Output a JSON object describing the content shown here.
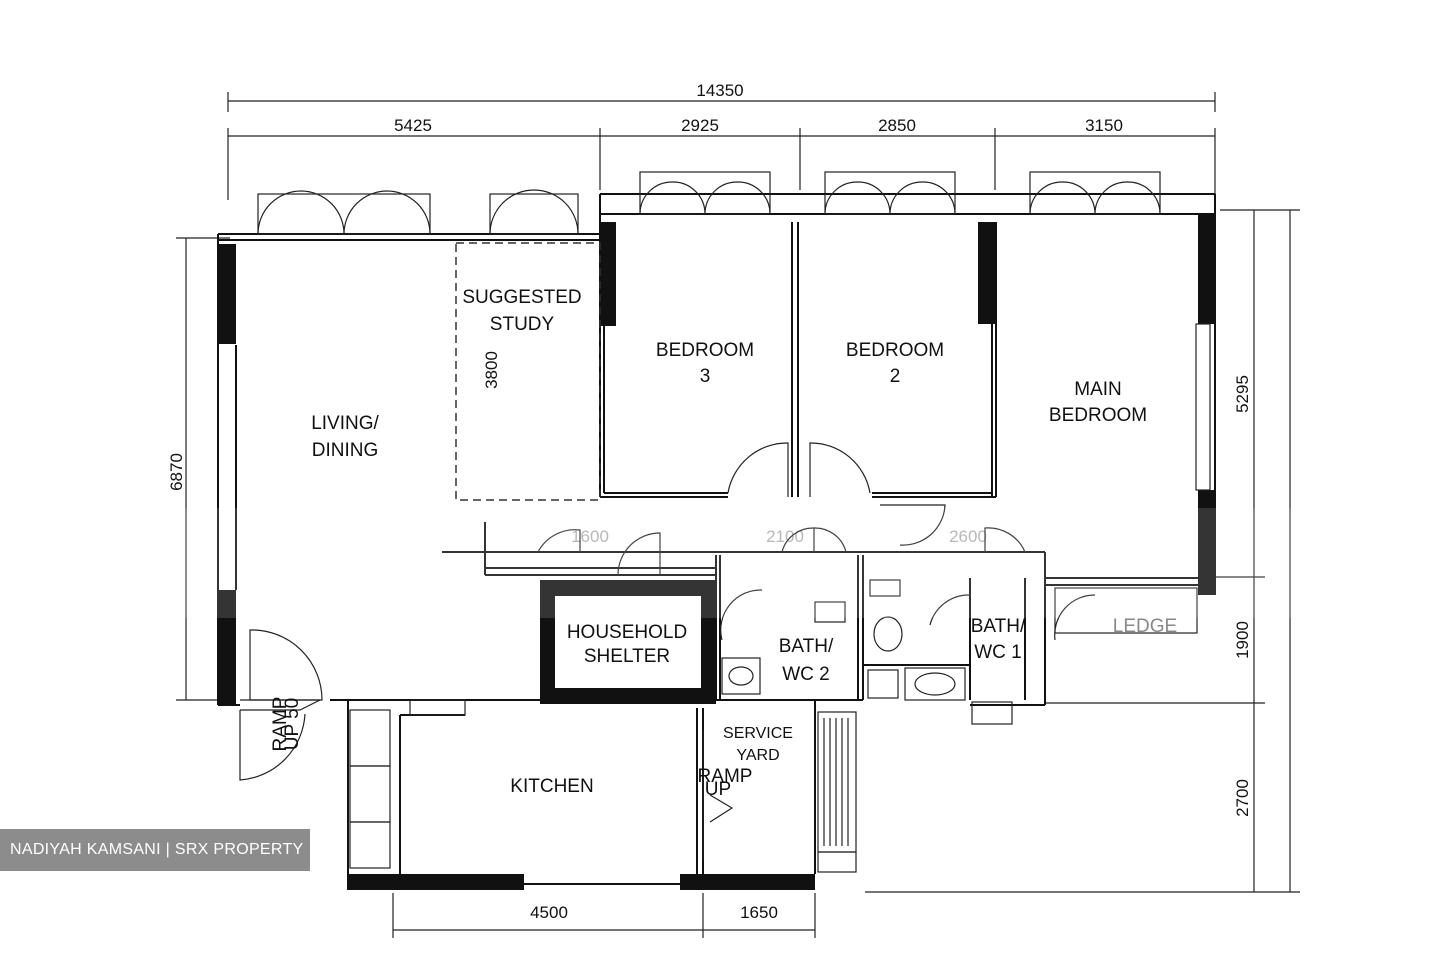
{
  "rooms": {
    "living_dining": [
      "LIVING/",
      "DINING"
    ],
    "suggested_study": [
      "SUGGESTED",
      "STUDY"
    ],
    "bedroom3": [
      "BEDROOM",
      "3"
    ],
    "bedroom2": [
      "BEDROOM",
      "2"
    ],
    "main_bedroom": [
      "MAIN",
      "BEDROOM"
    ],
    "household_shelter": [
      "HOUSEHOLD",
      "SHELTER"
    ],
    "bath_wc2": [
      "BATH/",
      "WC 2"
    ],
    "bath_wc1": [
      "BATH/",
      "WC 1"
    ],
    "kitchen": "KITCHEN",
    "service_yard": [
      "SERVICE",
      "YARD"
    ],
    "ledge": "LEDGE",
    "ramp_up_50": [
      "RAMP",
      "UP 50"
    ],
    "ramp_up": [
      "RAMP",
      "UP"
    ]
  },
  "dimensions": {
    "overall_width": "14350",
    "top_segments": [
      "5425",
      "2925",
      "2850",
      "3150"
    ],
    "bottom_segments": [
      "4500",
      "1650"
    ],
    "left_height": "6870",
    "study_height": "3800",
    "right_segments": [
      "5295",
      "1900",
      "2700"
    ],
    "corridor_faint": [
      "1600",
      "2100",
      "2600"
    ]
  },
  "watermark": "NADIYAH KAMSANI | SRX PROPERTY",
  "colors": {
    "ink": "#111111",
    "watermark_bg": "#8c8c8c"
  }
}
